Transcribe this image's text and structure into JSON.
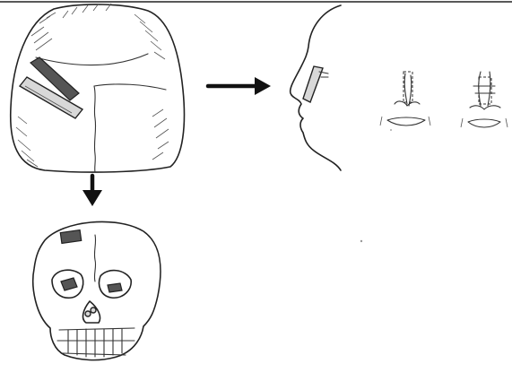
{
  "figure": {
    "panels": [
      {
        "id": "scalp-donor-site"
      },
      {
        "id": "face-profile-and-nose-views"
      },
      {
        "id": "skull-with-graft-defect"
      }
    ],
    "arrows": [
      {
        "from": "scalp-donor-site",
        "to": "face-profile-and-nose-views",
        "direction": "right"
      },
      {
        "from": "scalp-donor-site",
        "to": "skull-with-graft-defect",
        "direction": "down"
      }
    ]
  }
}
